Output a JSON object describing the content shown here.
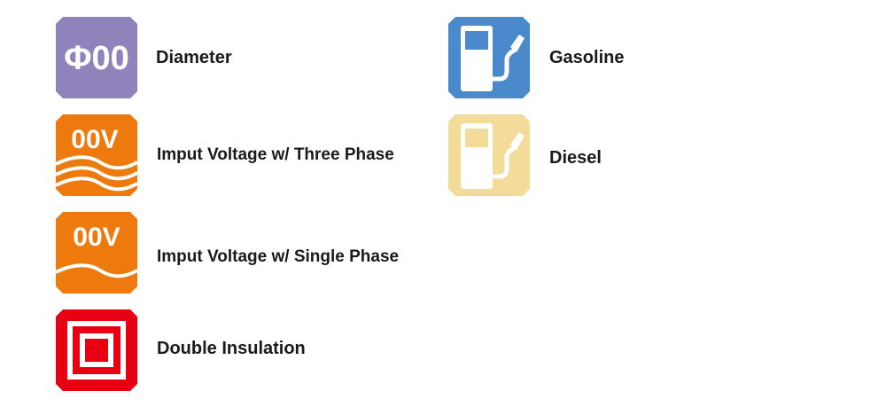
{
  "legend": {
    "items": [
      {
        "icon": "diameter-icon",
        "icon_text": "Φ00",
        "label": "Diameter",
        "color": "#9083BB"
      },
      {
        "icon": "three-phase-voltage-icon",
        "icon_text": "00V",
        "label": "Imput Voltage w/ Three Phase",
        "color": "#EE7A0E"
      },
      {
        "icon": "single-phase-voltage-icon",
        "icon_text": "00V",
        "label": "Imput Voltage w/ Single Phase",
        "color": "#EE7A0E"
      },
      {
        "icon": "double-insulation-icon",
        "label": "Double Insulation",
        "color": "#E60012"
      },
      {
        "icon": "gasoline-pump-icon",
        "label": "Gasoline",
        "color": "#4A89CB"
      },
      {
        "icon": "diesel-pump-icon",
        "label": "Diesel",
        "color": "#F3DC9A"
      }
    ]
  }
}
